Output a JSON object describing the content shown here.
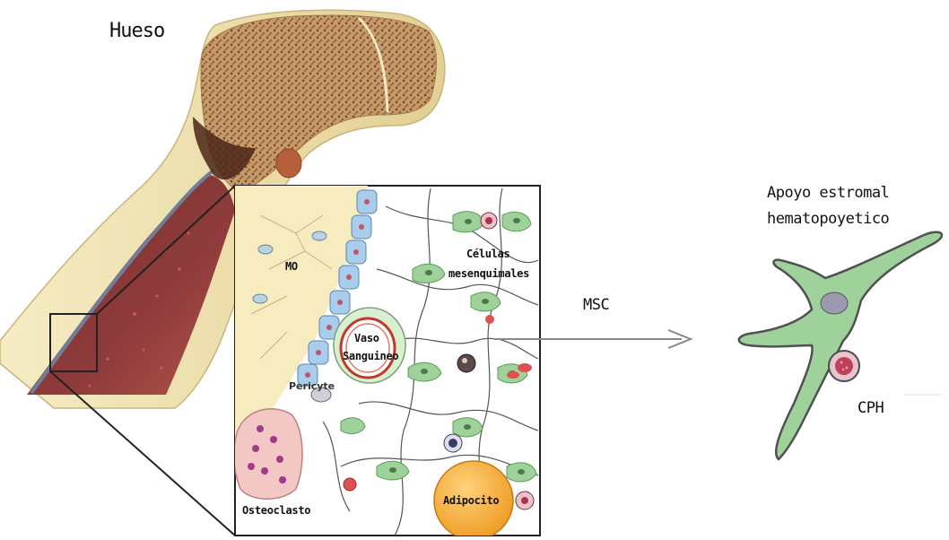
{
  "labels": {
    "bone": "Hueso",
    "stromal_support_line1": "Apoyo estromal",
    "stromal_support_line2": "hematopoyetico",
    "msc": "MSC",
    "hsc": "CPH",
    "mo": "MO",
    "mesenchymal_line1": "Células",
    "mesenchymal_line2": "mesenquimales",
    "vessel_line1": "Vaso",
    "vessel_line2": "Sanguineo",
    "pericyte": "Pericyte",
    "osteoclast": "Osteoclasto",
    "adipocyte": "Adipocito"
  },
  "colors": {
    "bone_cortex": "#e8d9a8",
    "marrow": "#8a3a3a",
    "spongy": "#a0704a",
    "cell_green": "#9fd19a",
    "cell_blue": "#a9cdec",
    "adipocyte": "#f4a93a",
    "vessel_red": "#c0392b",
    "arrow": "#888888"
  }
}
